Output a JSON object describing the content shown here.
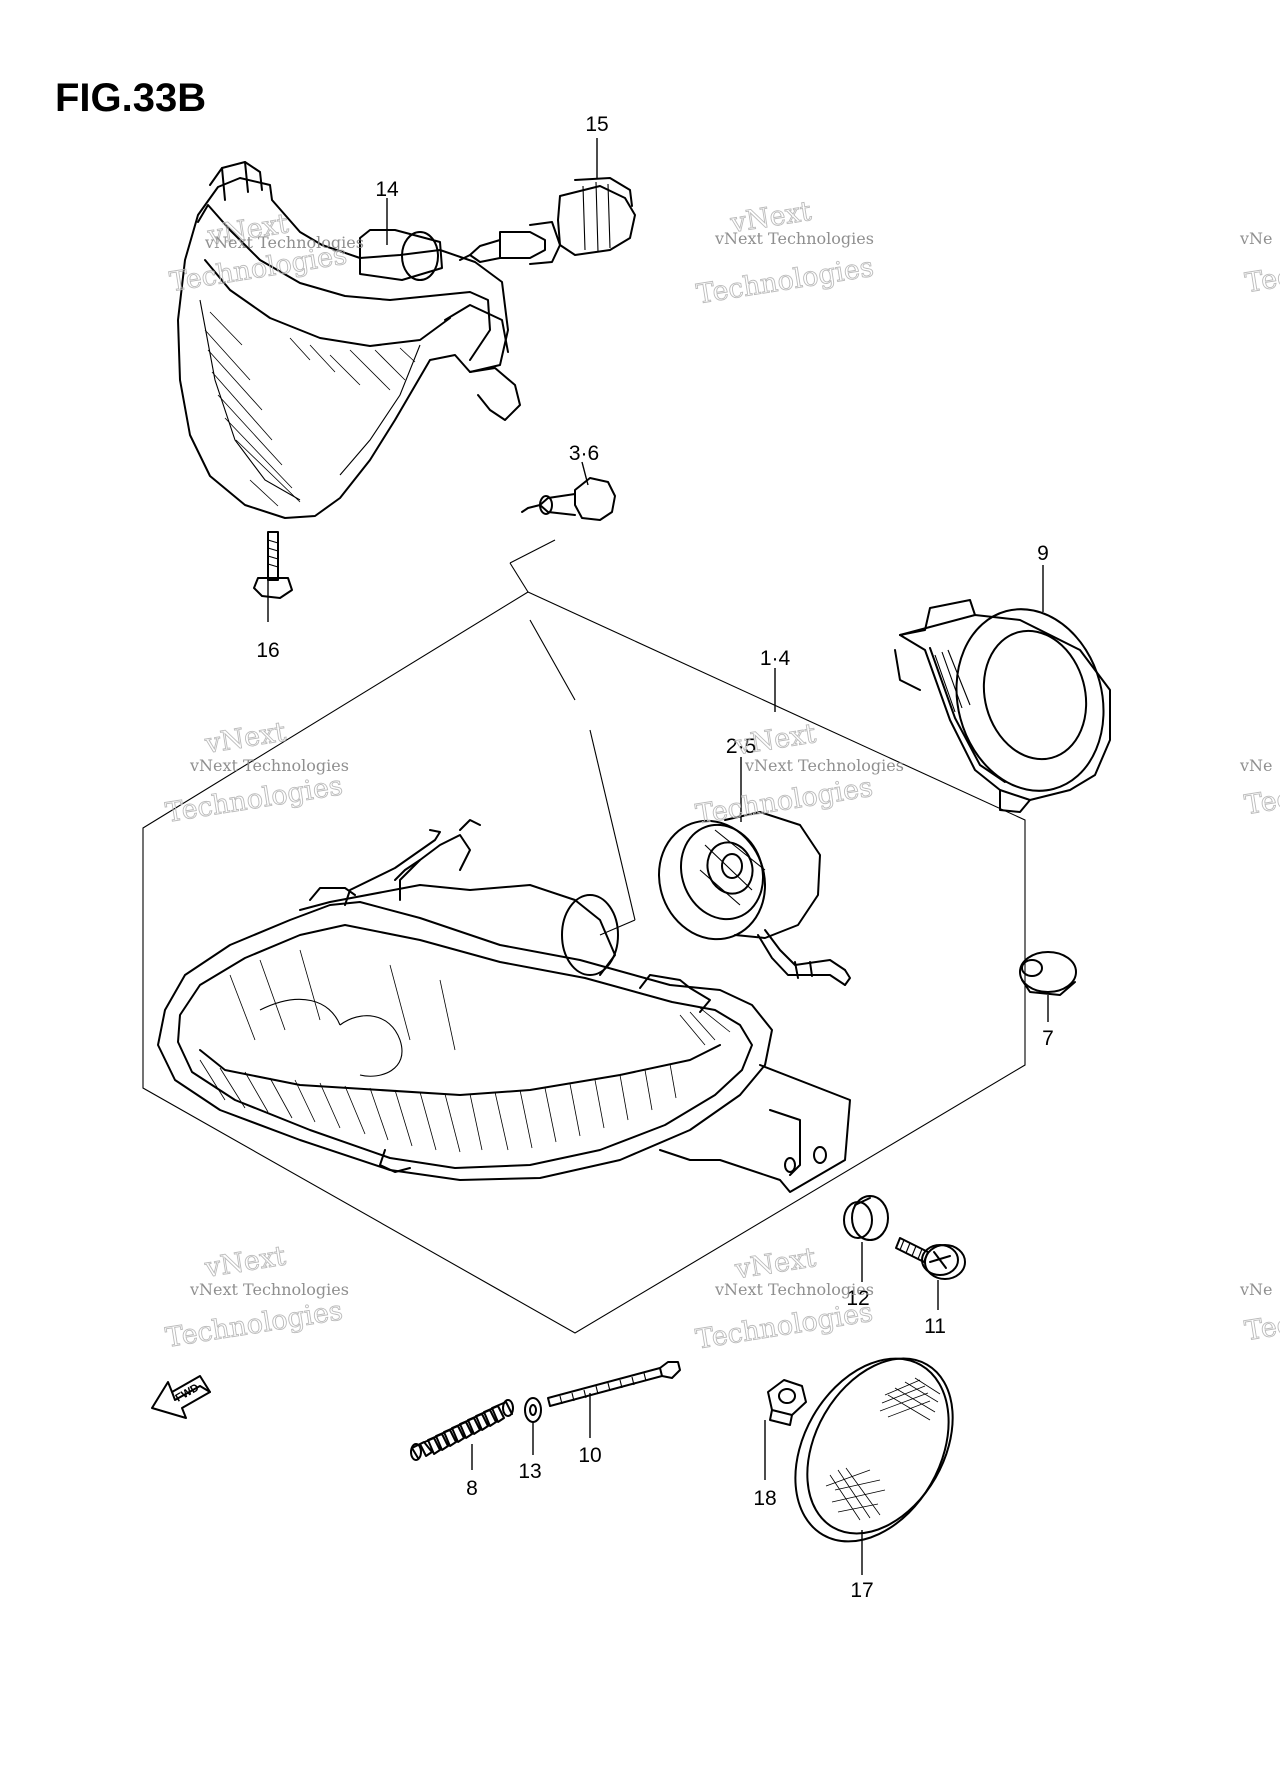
{
  "figure": {
    "title": "FIG.33B"
  },
  "labels": {
    "p14": "14",
    "p15": "15",
    "p3_6": "3·6",
    "p16": "16",
    "p9": "9",
    "p1_4": "1·4",
    "p2_5": "2·5",
    "p7": "7",
    "p12": "12",
    "p11": "11",
    "p8": "8",
    "p13": "13",
    "p10": "10",
    "p18": "18",
    "p17": "17"
  },
  "fwd_arrow": {
    "text": "FWD"
  },
  "watermark": {
    "line1": "vNext Technologies",
    "line2": "Technologies",
    "overlay": "vNext",
    "partial1": "vNe",
    "partial2": "Tec"
  }
}
